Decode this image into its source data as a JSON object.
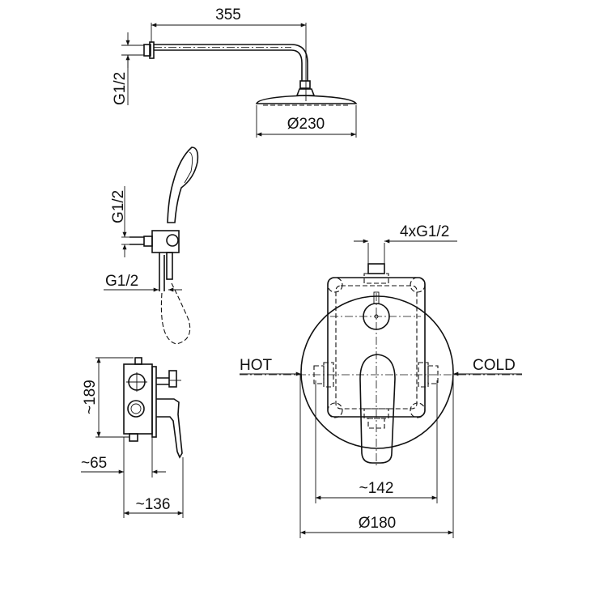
{
  "labels": {
    "arm_length": "355",
    "arm_thread": "G1/2",
    "head_diameter": "Ø230",
    "handshower_thread_vertical": "G1/2",
    "handshower_thread_horizontal": "G1/2",
    "outlets_thread": "4xG1/2",
    "hot": "HOT",
    "cold": "COLD",
    "mixer_height": "~189",
    "mixer_depth_body": "~65",
    "mixer_depth_total": "~136",
    "plate_width": "~142",
    "plate_diameter": "Ø180"
  }
}
